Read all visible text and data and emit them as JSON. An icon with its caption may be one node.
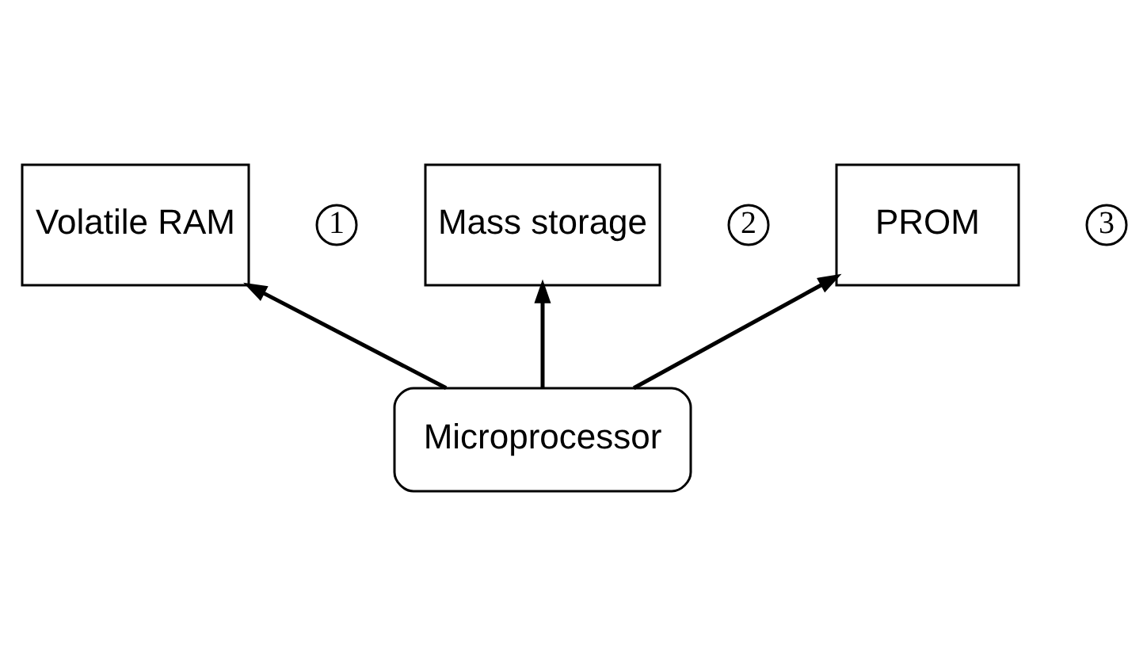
{
  "diagram": {
    "nodes": [
      {
        "text": [
          "Volatile RAM"
        ],
        "beside": [
          "1"
        ]
      },
      {
        "text": [
          "Mass storage"
        ],
        "beside": [
          "2"
        ]
      },
      {
        "text": [
          "PROM"
        ],
        "beside": [
          "3"
        ]
      },
      {
        "text": [
          "Microprocessor"
        ]
      }
    ],
    "edges": [
      {
        "from": 3,
        "to": 0,
        "arrow": "to"
      },
      {
        "from": 3,
        "to": 1,
        "arrow": "to"
      },
      {
        "from": 3,
        "to": 2,
        "arrow": "to"
      }
    ]
  }
}
